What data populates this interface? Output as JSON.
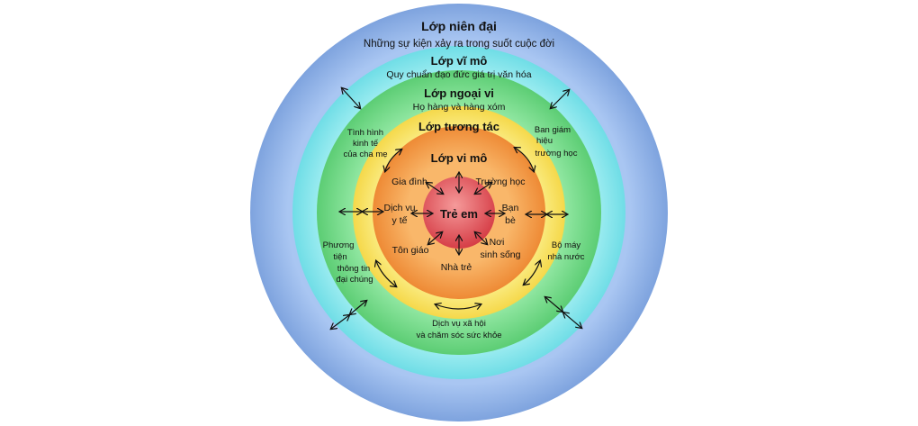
{
  "layers": {
    "chrono": {
      "title": "Lớp niên đại",
      "subtitle": "Những sự kiện xảy ra trong suốt cuộc đời",
      "color": "#8fb4ea"
    },
    "macro": {
      "title": "Lớp vĩ mô",
      "subtitle": "Quy chuẩn đạo đức giá trị văn hóa",
      "color": "#8fe8ee"
    },
    "exo": {
      "title": "Lớp ngoại vi",
      "subtitle": "Họ hàng và hàng xóm",
      "color": "#78d98c"
    },
    "meso": {
      "title": "Lớp tương tác",
      "color": "#f8e26a"
    },
    "micro": {
      "title": "Lớp vi mô",
      "color": "#f4a24d"
    },
    "center": {
      "title": "Trẻ em",
      "color": "#e2555a"
    }
  },
  "micro_items": {
    "family": "Gia đình",
    "school": "Trường học",
    "health_1": "Dịch vụ",
    "health_2": "y tế",
    "friends_1": "Bạn",
    "friends_2": "bè",
    "religion": "Tôn giáo",
    "neighborhood_1": "Nơi",
    "neighborhood_2": "sinh sống",
    "daycare": "Nhà trẻ"
  },
  "exo_items": {
    "parents_1": "Tình hình",
    "parents_2": "kinh tế",
    "parents_3": "của cha mẹ",
    "board_1": "Ban giám",
    "board_2": "hiệu",
    "board_3": "trường học",
    "media_1": "Phương",
    "media_2": "tiện",
    "media_3": "thông tin",
    "media_4": "đại chúng",
    "gov_1": "Bộ máy",
    "gov_2": "nhà nước",
    "social_1": "Dịch vụ xã hội",
    "social_2": "và chăm sóc sức khỏe"
  }
}
